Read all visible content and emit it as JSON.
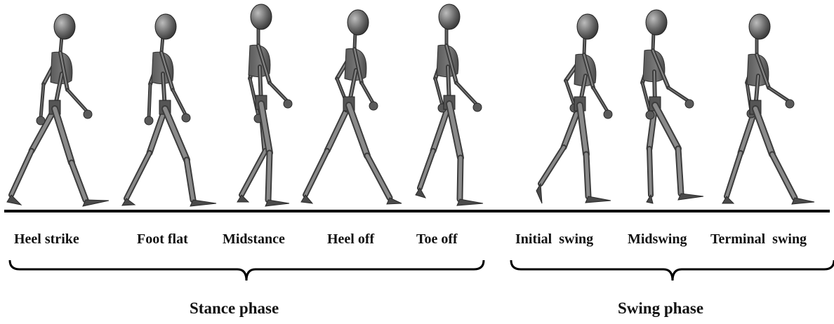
{
  "phases": [
    {
      "name": "Stance phase",
      "events": [
        "Heel strike",
        "Foot flat",
        "Midstance",
        "Heel off",
        "Toe off"
      ]
    },
    {
      "name": "Swing phase",
      "events": [
        "Initial  swing",
        "Midswing",
        "Terminal  swing"
      ]
    }
  ],
  "colors": {
    "ink": "#111111",
    "body": "#6e6e6e",
    "body_dark": "#3a3a3a",
    "ground": "#000000"
  }
}
